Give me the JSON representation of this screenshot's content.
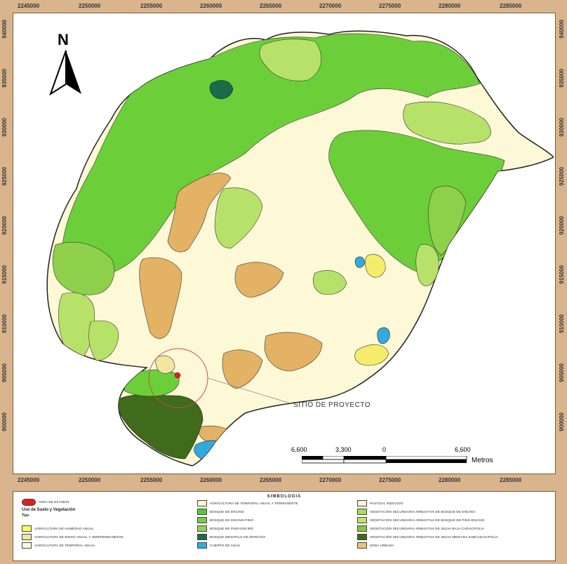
{
  "map": {
    "north_label": "N",
    "site_label": "SITIO DE PROYECTO",
    "x_ticks": [
      "2245000",
      "2250000",
      "2255000",
      "2260000",
      "2265000",
      "2270000",
      "2275000",
      "2280000",
      "2285000"
    ],
    "y_ticks": [
      "940000",
      "935000",
      "930000",
      "925000",
      "920000",
      "915000",
      "910000",
      "905000",
      "900000"
    ],
    "scale": {
      "labels": [
        "6,600",
        "3,300",
        "0",
        "6,600"
      ],
      "unit": "Metros"
    }
  },
  "legend": {
    "title": "SIMBOLOGIA",
    "study_area": "AREA DE ESTUDIO",
    "group_heading": "Uso de Suelo y Vegetación",
    "group_subheading": "Tipo",
    "items": [
      {
        "label": "AGRICULTURA DE HUMEDAD ANUAL",
        "color": "#ffff55"
      },
      {
        "label": "AGRICULTURA DE RIEGO ANUAL Y SEMIPERMANENTE",
        "color": "#f2e6a0"
      },
      {
        "label": "AGRICULTURA DE TEMPORAL ANUAL",
        "color": "#fffde0"
      },
      {
        "label": "AGRICULTURA DE TEMPORAL ANUAL Y PERMANENTE",
        "color": "#fdf8d0"
      },
      {
        "label": "BOSQUE DE ENCINO",
        "color": "#55cc33"
      },
      {
        "label": "BOSQUE DE ENCINO-PINO",
        "color": "#77cc44"
      },
      {
        "label": "BOSQUE DE PINO-ENCINO",
        "color": "#99cc55"
      },
      {
        "label": "BOSQUE MESOFILO DE MONTAÑA",
        "color": "#1a6b4a"
      },
      {
        "label": "CUERPO DE AGUA",
        "color": "#33aadd"
      },
      {
        "label": "PASTIZAL INDUCIDO",
        "color": "#fbf6d8"
      },
      {
        "label": "VEGETACIÓN SECUNDARIA ARBUSTIVA DE BOSQUE DE ENCINO",
        "color": "#a8dd55"
      },
      {
        "label": "VEGETACIÓN SECUNDARIA ARBUSTIVA DE BOSQUE DE PINO-ENCINO",
        "color": "#c2e266"
      },
      {
        "label": "VEGETACIÓN SECUNDARIA ARBUSTIVA DE SELVA BAJA CADUCIFOLIA",
        "color": "#8cc43a"
      },
      {
        "label": "VEGETACIÓN SECUNDARIA ARBUSTIVA DE SELVA MEDIANA SUBCADUCIFOLIA",
        "color": "#3f6b1a"
      },
      {
        "label": "ZONA URBANA",
        "color": "#e8c77a"
      }
    ]
  },
  "colors": {
    "frame": "#d9b48c",
    "agri": "#fdf8d6",
    "oak": "#6ccf3a",
    "oakpine": "#8fd04a",
    "lightgreen": "#b7e26a",
    "darkforest": "#3f6b1a",
    "mesophyll": "#1a6b4a",
    "orange": "#e3b264",
    "yellow": "#f5ec6a",
    "water": "#33aadd",
    "site": "#e02020"
  }
}
